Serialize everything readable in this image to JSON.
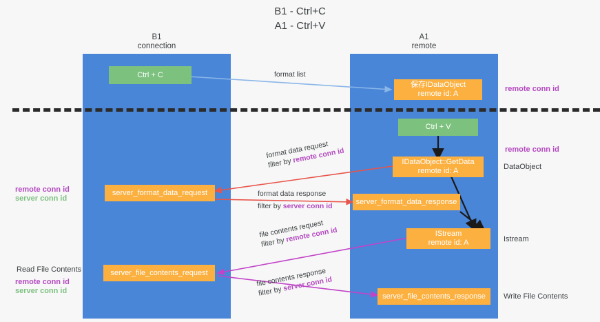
{
  "title": {
    "line1": "B1 - Ctrl+C",
    "line2": "A1 - Ctrl+V"
  },
  "columns": [
    {
      "name": "B1",
      "role": "connection"
    },
    {
      "name": "A1",
      "role": "remote"
    }
  ],
  "nodes": {
    "ctrl_c": {
      "label": "Ctrl + C"
    },
    "ctrl_v": {
      "label": "Ctrl + V"
    },
    "save_idataobject": {
      "label": "保存IDataObject",
      "sub": "remote id: A"
    },
    "getdata": {
      "label": "IDataObject::GetData",
      "sub": "remote id: A"
    },
    "istream": {
      "label": "IStream",
      "sub": "remote id: A"
    },
    "server_format_data_request": {
      "label": "server_format_data_request"
    },
    "server_format_data_response": {
      "label": "server_format_data_response"
    },
    "server_file_contents_request": {
      "label": "server_file_contents_request"
    },
    "server_file_contents_response": {
      "label": "server_file_contents_response"
    }
  },
  "edges": {
    "format_list": {
      "line1": "format list"
    },
    "format_data_request": {
      "line1": "format data request",
      "line2_prefix": "filter by ",
      "line2_key": "remote conn id"
    },
    "format_data_response": {
      "line1": "format data response",
      "line2_prefix": "filter by ",
      "line2_key": "server conn id"
    },
    "file_contents_request": {
      "line1": "file contents request",
      "line2_prefix": "filter by ",
      "line2_key": "remote conn id"
    },
    "file_contents_response": {
      "line1": "file contents response",
      "line2_prefix": "filter by ",
      "line2_key": "server conn id"
    }
  },
  "annotations": {
    "right_remote_conn_1": "remote conn id",
    "right_remote_conn_2": "remote conn id",
    "right_dataobject": "DataObject",
    "right_istream": "Istream",
    "right_write_file_contents": "Write File Contents",
    "left_remote_conn_1": "remote conn id",
    "left_server_conn_1": "server conn id",
    "left_read_file_contents": "Read File Contents",
    "left_remote_conn_2": "remote conn id",
    "left_server_conn_2": "server conn id"
  },
  "colors": {
    "lane": "#4a86d8",
    "green_node": "#7dc17f",
    "orange_node": "#fbb040",
    "remote_conn": "#b44ac0",
    "server_conn": "#7dc17f",
    "arrow_blue": "#8ab6e8",
    "arrow_red": "#e8544a",
    "arrow_magenta": "#c243c8",
    "arrow_black": "#1a1a1a",
    "background": "#f7f7f7"
  }
}
